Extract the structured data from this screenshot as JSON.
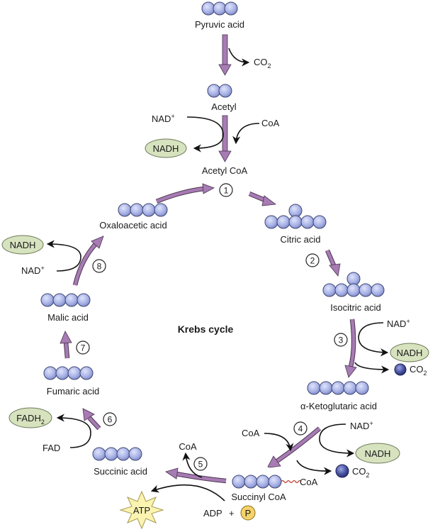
{
  "title": "Krebs cycle",
  "colors": {
    "molecule": "#a9b3e6",
    "main_arrow": "#a77bb3",
    "badge_fill": "#d7e3bf",
    "atp_fill": "#fbf3b0",
    "phosphate_fill": "#f5d36a",
    "co2_ball": "#4450a0",
    "coa_bond": "#c0392b"
  },
  "preparation": {
    "pyruvic_acid": "Pyruvic acid",
    "co2": "CO",
    "co2_sub": "2",
    "acetyl": "Acetyl",
    "nad": "NAD",
    "nad_sup": "+",
    "nadh": "NADH",
    "coa": "CoA",
    "acetyl_coa": "Acetyl CoA"
  },
  "molecules": {
    "oxaloacetic": "Oxaloacetic acid",
    "citric": "Citric acid",
    "isocitric": "Isocitric acid",
    "ketoglutaric": "α-Ketoglutaric acid",
    "succinyl_coa": "Succinyl CoA",
    "succinyl_coa_tag": "CoA",
    "succinic": "Succinic acid",
    "fumaric": "Fumaric acid",
    "malic": "Malic acid"
  },
  "steps": [
    "1",
    "2",
    "3",
    "4",
    "5",
    "6",
    "7",
    "8"
  ],
  "step3": {
    "nad": "NAD",
    "nad_sup": "+",
    "nadh": "NADH",
    "co2": "CO",
    "co2_sub": "2"
  },
  "step4": {
    "coa": "CoA",
    "nad": "NAD",
    "nad_sup": "+",
    "nadh": "NADH",
    "co2": "CO",
    "co2_sub": "2"
  },
  "step5": {
    "coa": "CoA",
    "atp": "ATP",
    "adp": "ADP",
    "plus": "+",
    "phosphate": "P"
  },
  "step6": {
    "fadh": "FADH",
    "fadh_sub": "2",
    "fad": "FAD"
  },
  "step8": {
    "nadh": "NADH",
    "nad": "NAD",
    "nad_sup": "+"
  }
}
